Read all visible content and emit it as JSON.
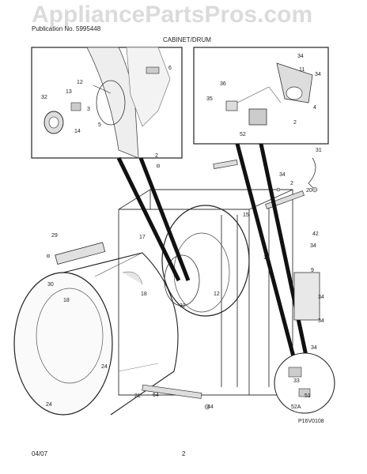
{
  "header": {
    "publication": "Publication No. 5995448",
    "section": "CABINET/DRUM"
  },
  "watermark": "AppliancePartsPros.com",
  "diagram": {
    "code": "P16V0108",
    "callouts": [
      "2",
      "3",
      "4",
      "5",
      "6",
      "9",
      "11",
      "12",
      "13",
      "14",
      "15",
      "17",
      "18",
      "20",
      "21",
      "24",
      "29",
      "30",
      "31",
      "32",
      "33",
      "34",
      "35",
      "36",
      "42",
      "44",
      "51",
      "52",
      "52A",
      "64"
    ]
  },
  "footer": {
    "date": "04/07",
    "page": "2"
  }
}
